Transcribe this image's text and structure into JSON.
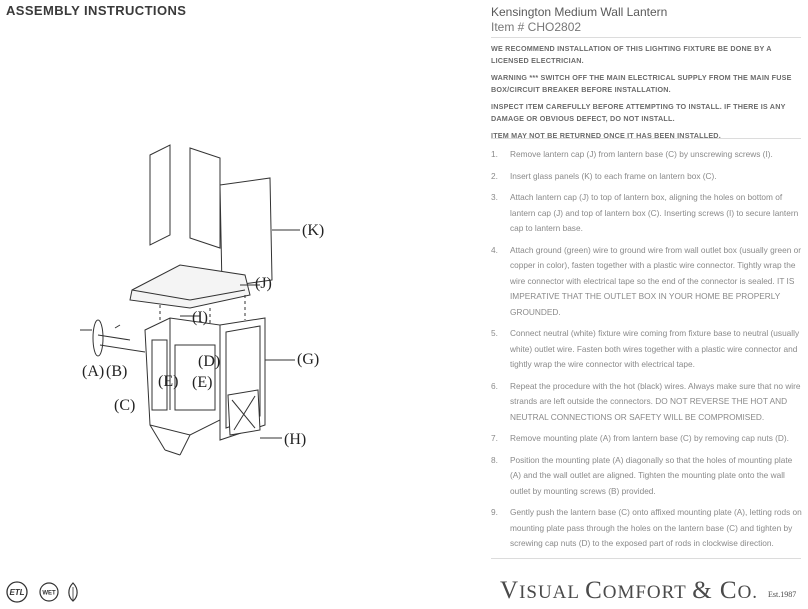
{
  "header": {
    "title": "ASSEMBLY INSTRUCTIONS"
  },
  "product": {
    "name": "Kensington Medium Wall Lantern",
    "item": "Item # CHO2802"
  },
  "warnings": [
    "WE RECOMMEND INSTALLATION OF THIS LIGHTING FIXTURE BE DONE BY A LICENSED ELECTRICIAN.",
    "WARNING *** SWITCH OFF THE MAIN ELECTRICAL SUPPLY FROM THE MAIN FUSE BOX/CIRCUIT BREAKER BEFORE INSTALLATION.",
    "INSPECT ITEM CAREFULLY BEFORE ATTEMPTING TO INSTALL. IF THERE IS ANY DAMAGE OR OBVIOUS DEFECT, DO NOT INSTALL.",
    "ITEM MAY NOT BE RETURNED ONCE IT HAS BEEN INSTALLED."
  ],
  "steps": [
    {
      "num": "1.",
      "text": "Remove lantern cap (J) from lantern base (C) by unscrewing screws (I)."
    },
    {
      "num": "2.",
      "text": "Insert glass panels (K) to each frame on lantern box (C)."
    },
    {
      "num": "3.",
      "text": "Attach lantern cap (J) to top of lantern box, aligning the holes on bottom of lantern cap (J) and top of lantern box (C). Inserting screws (I) to secure lantern cap to lantern base."
    },
    {
      "num": "4.",
      "text": "Attach ground (green) wire to ground wire from wall outlet box (usually green or copper in color), fasten together with a plastic wire connector. Tightly wrap the wire connector with electrical tape so the end of the connector is sealed. IT IS IMPERATIVE THAT THE OUTLET BOX IN YOUR HOME BE PROPERLY GROUNDED."
    },
    {
      "num": "5.",
      "text": "Connect neutral (white) fixture wire coming from fixture base to neutral (usually white) outlet wire. Fasten both wires together with a plastic wire connector and tightly wrap the wire connector with electrical tape."
    },
    {
      "num": "6.",
      "text": "Repeat the procedure with the hot (black) wires. Always make sure that no wire strands are left outside the connectors. DO NOT REVERSE THE HOT AND NEUTRAL CONNECTIONS OR SAFETY WILL BE COMPROMISED."
    },
    {
      "num": "7.",
      "text": "Remove mounting plate (A) from lantern base (C) by removing cap nuts (D)."
    },
    {
      "num": "8.",
      "text": "Position the mounting plate (A) diagonally so that the holes of mounting plate (A) and the wall outlet are aligned. Tighten the mounting plate onto the wall outlet by mounting screws (B) provided."
    },
    {
      "num": "9.",
      "text": "Gently push the lantern base (C) onto affixed mounting plate (A), letting rods on mounting plate pass through the holes on the lantern base (C) and tighten by screwing cap nuts (D) to the exposed part of rods in clockwise direction."
    }
  ],
  "diagram": {
    "labels": {
      "K": "(K)",
      "J": "(J)",
      "I": "(I)",
      "G": "(G)",
      "D": "(D)",
      "A": "(A)",
      "B": "(B)",
      "E1": "(E)",
      "E2": "(E)",
      "C": "(C)",
      "H": "(H)"
    }
  },
  "certs": {
    "etl": "ETL",
    "wet": "WET"
  },
  "brand": {
    "v": "V",
    "isual": "ISUAL ",
    "c": "C",
    "omfort": "OMFORT ",
    "amp": "& C",
    "o": "O.",
    "est": "Est.1987"
  }
}
